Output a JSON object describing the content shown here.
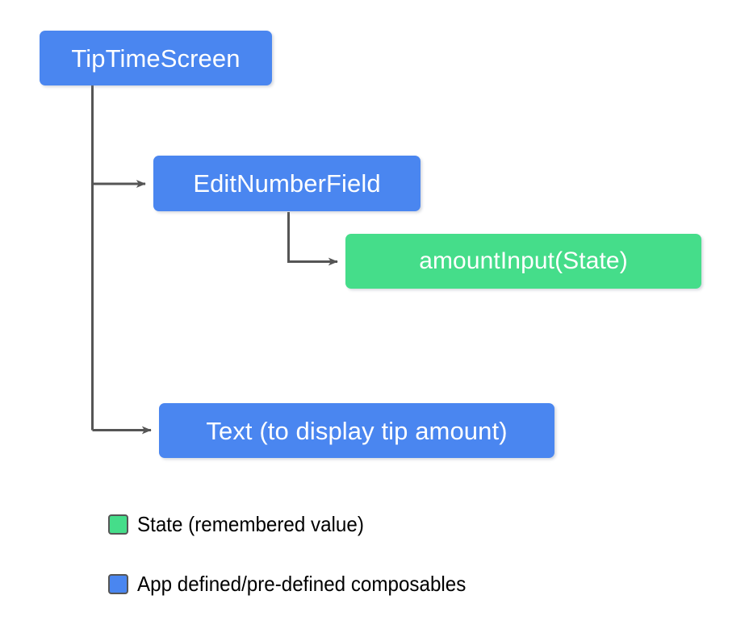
{
  "diagram": {
    "type": "composable-hierarchy-tree",
    "background_color": "#ffffff",
    "palette": {
      "composable_blue": "#4a86f0",
      "state_green": "#45dd8a",
      "connector_gray": "#555555",
      "label_white": "#ffffff",
      "legend_text_black": "#000000",
      "legend_border_gray": "#565656"
    },
    "nodes": [
      {
        "id": "tip-time-screen",
        "label": "TipTimeScreen",
        "kind": "composable",
        "color": "#4a86f0"
      },
      {
        "id": "edit-number-field",
        "label": "EditNumberField",
        "kind": "composable",
        "color": "#4a86f0"
      },
      {
        "id": "amount-input-state",
        "label": "amountInput(State)",
        "kind": "state",
        "color": "#45dd8a"
      },
      {
        "id": "text-tip-amount",
        "label": "Text (to display tip amount)",
        "kind": "composable",
        "color": "#4a86f0"
      }
    ],
    "edges": [
      {
        "from": "tip-time-screen",
        "to": "edit-number-field",
        "style": "elbow-arrow"
      },
      {
        "from": "tip-time-screen",
        "to": "text-tip-amount",
        "style": "elbow-arrow"
      },
      {
        "from": "edit-number-field",
        "to": "amount-input-state",
        "style": "elbow-arrow"
      }
    ]
  },
  "legend": {
    "items": [
      {
        "swatch_color": "#45dd8a",
        "label": "State (remembered value)"
      },
      {
        "swatch_color": "#4a86f0",
        "label": "App defined/pre-defined composables"
      }
    ]
  }
}
